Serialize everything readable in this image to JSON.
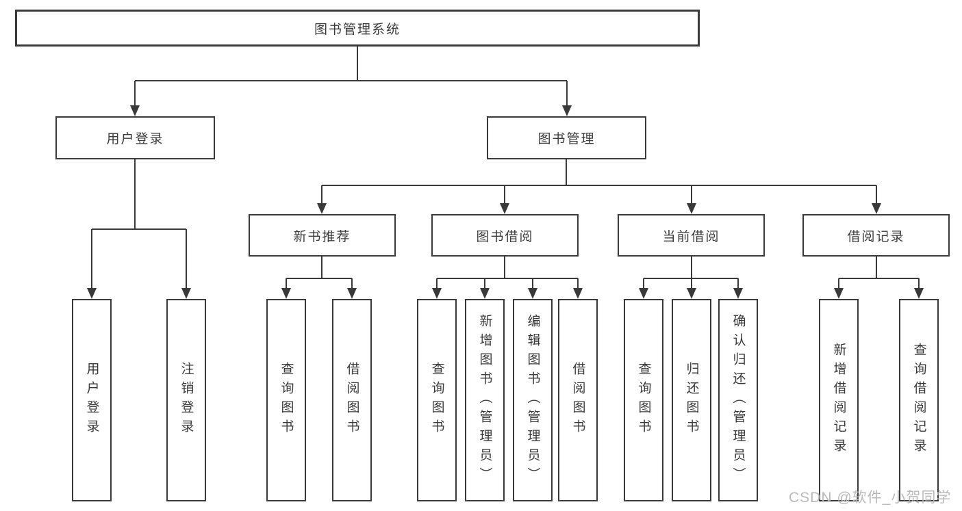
{
  "diagram": {
    "title": "图书管理系统",
    "branches": {
      "user_login": "用户登录",
      "book_mgmt": "图书管理"
    },
    "modules": {
      "new_book_rec": "新书推荐",
      "book_borrow": "图书借阅",
      "current_borrow": "当前借阅",
      "borrow_records": "借阅记录"
    },
    "leaves": {
      "user_login": "用户登录",
      "logout": "注销登录",
      "rec_query_book": "查询图书",
      "rec_borrow_book": "借阅图书",
      "bb_query_book": "查询图书",
      "bb_add_book": "新增图书（管理员）",
      "bb_edit_book": "编辑图书（管理员）",
      "bb_borrow_book": "借阅图书",
      "cb_query_book": "查询图书",
      "cb_return_book": "归还图书",
      "cb_confirm_return": "确认归还（管理员）",
      "br_add_record": "新增借阅记录",
      "br_query_record": "查询借阅记录"
    }
  },
  "watermark": "CSDN @软件_小贺同学",
  "colors": {
    "line": "#3a3a3a",
    "box_border": "#3a3a3a",
    "text": "#3a3a3a",
    "watermark": "#b9b9b9",
    "background": "#ffffff"
  }
}
